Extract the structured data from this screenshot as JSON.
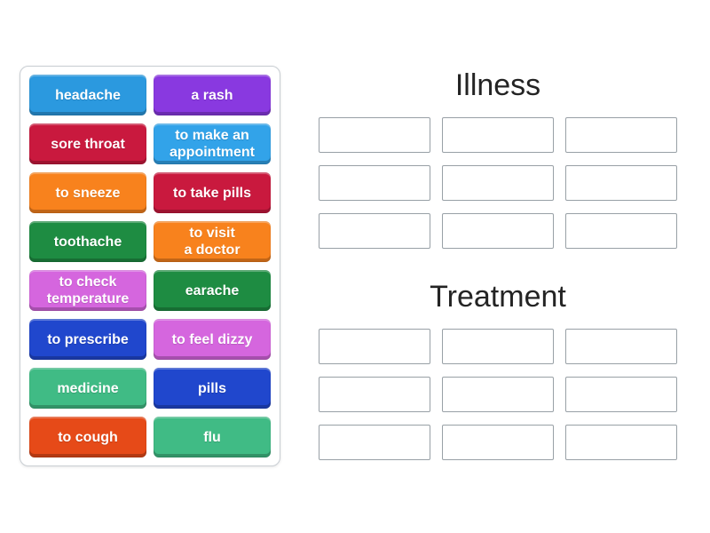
{
  "page": {
    "background": "#ffffff"
  },
  "tile_board": {
    "tiles": [
      {
        "label": "headache",
        "color": "#2B99DF"
      },
      {
        "label": "a rash",
        "color": "#8939E0"
      },
      {
        "label": "sore throat",
        "color": "#C9193E"
      },
      {
        "label": "to make an\nappointment",
        "color": "#32A3E9"
      },
      {
        "label": "to sneeze",
        "color": "#F8821D"
      },
      {
        "label": "to take pills",
        "color": "#C9193E"
      },
      {
        "label": "toothache",
        "color": "#1E8C42"
      },
      {
        "label": "to visit\na doctor",
        "color": "#F8821D"
      },
      {
        "label": "to check\ntemperature",
        "color": "#D566DE"
      },
      {
        "label": "earache",
        "color": "#1E8C42"
      },
      {
        "label": "to prescribe",
        "color": "#2047CD"
      },
      {
        "label": "to feel dizzy",
        "color": "#D566DE"
      },
      {
        "label": "medicine",
        "color": "#40BB85"
      },
      {
        "label": "pills",
        "color": "#2047CD"
      },
      {
        "label": "to cough",
        "color": "#E64A18"
      },
      {
        "label": "flu",
        "color": "#40BB85"
      }
    ]
  },
  "groups": [
    {
      "title": "Illness",
      "slots": 9,
      "slot_border_color": "#98a0a6"
    },
    {
      "title": "Treatment",
      "slots": 9,
      "slot_border_color": "#98a0a6"
    }
  ]
}
